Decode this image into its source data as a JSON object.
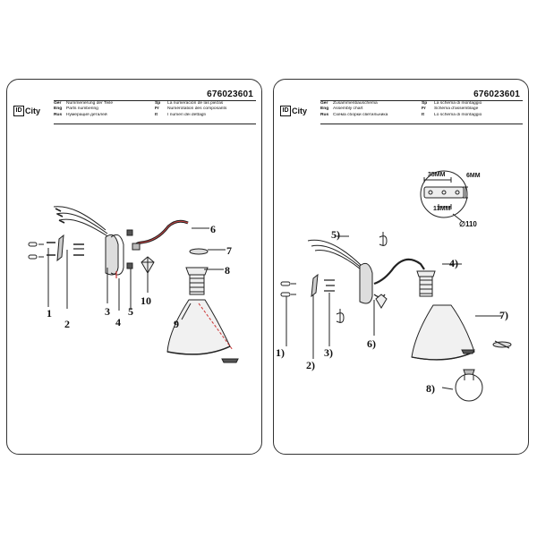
{
  "left_panel": {
    "brand": {
      "icon_text": "ID",
      "name": "City"
    },
    "code": "676023601",
    "header_rows": [
      [
        {
          "lang": "Ger",
          "text": "Nummerierung der Teile"
        },
        {
          "lang": "Sp",
          "text": "La numeración de las piezas"
        }
      ],
      [
        {
          "lang": "Eng",
          "text": "Parts numbering"
        },
        {
          "lang": "Fr",
          "text": "Numérotation des composants"
        }
      ],
      [
        {
          "lang": "Rus",
          "text": "Нумерация деталей"
        },
        {
          "lang": "It",
          "text": "I numeri dei dettagli"
        }
      ]
    ],
    "labels": {
      "p1": "1",
      "p2": "2",
      "p3": "3",
      "p4": "4",
      "p5": "5",
      "p6": "6",
      "p7": "7",
      "p8": "8",
      "p9": "9",
      "p10": "10"
    }
  },
  "right_panel": {
    "brand": {
      "icon_text": "ID",
      "name": "City"
    },
    "code": "676023601",
    "header_rows": [
      [
        {
          "lang": "Ger",
          "text": "Zusammenbauschema"
        },
        {
          "lang": "Sp",
          "text": "La schema di montaggio"
        }
      ],
      [
        {
          "lang": "Eng",
          "text": "Assembly chart"
        },
        {
          "lang": "Fr",
          "text": "Schéma d'assemblage"
        }
      ],
      [
        {
          "lang": "Rus",
          "text": "Схема сборки светильника"
        },
        {
          "lang": "It",
          "text": "Lo schema di montaggio"
        }
      ]
    ],
    "labels": {
      "p1": "1)",
      "p2": "2)",
      "p3": "3)",
      "p4": "4)",
      "p5": "5)",
      "p6": "6)",
      "p7": "7)",
      "p8": "8)"
    },
    "dimensions": {
      "width_a": "35MM",
      "height": "6MM",
      "width_b": "13MM",
      "diameter": "∅110"
    }
  }
}
